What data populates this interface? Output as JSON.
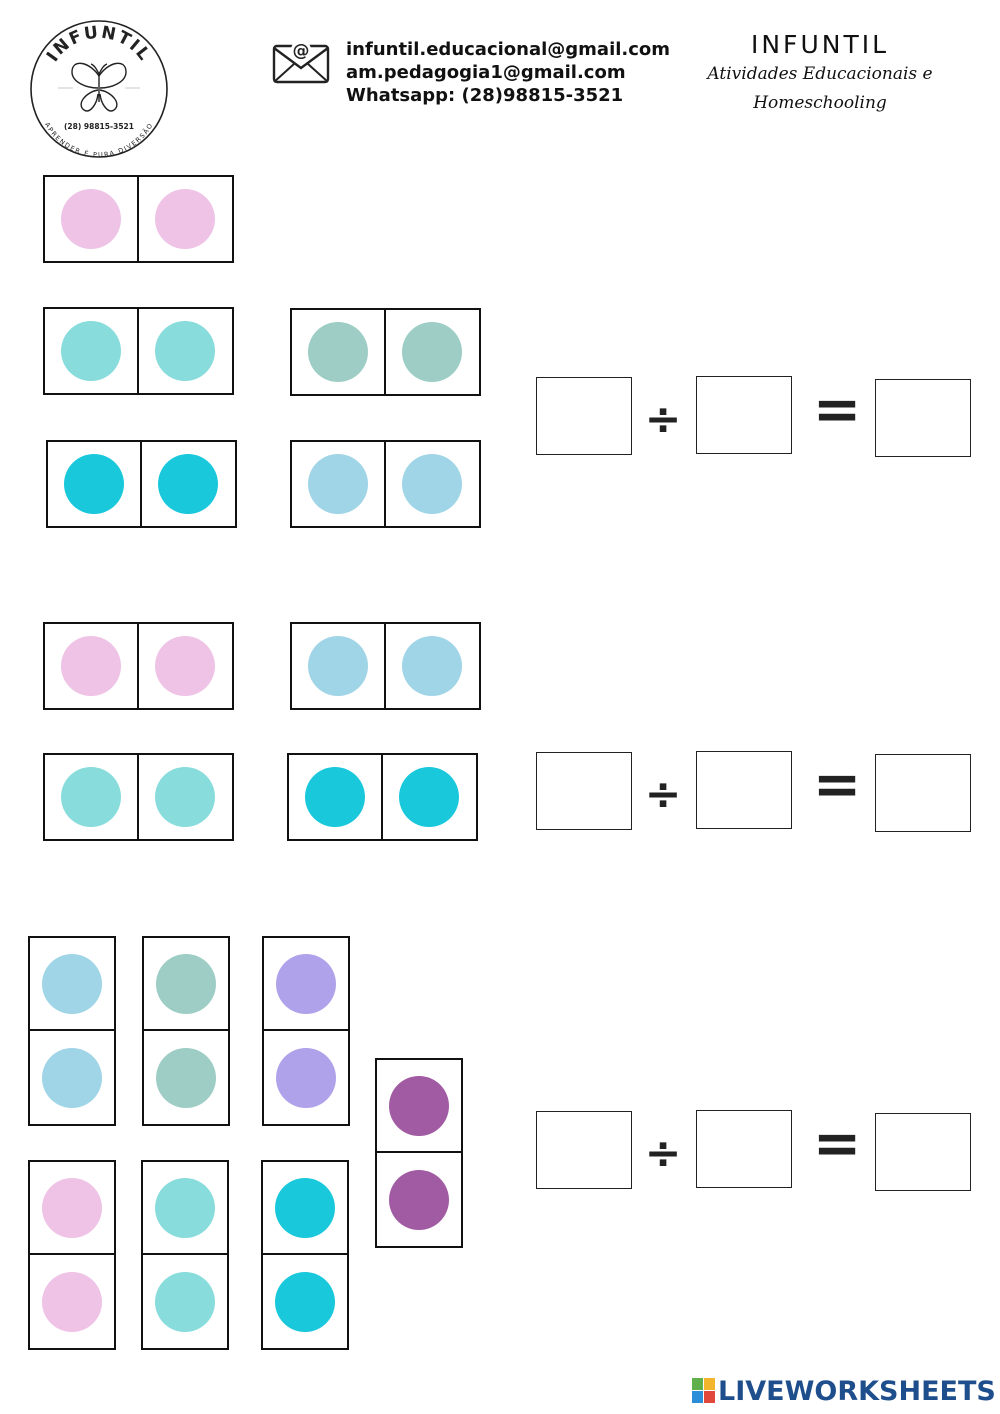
{
  "header": {
    "logo_title": "INFUNTIL",
    "logo_motto": "APRENDER É PURA DIVERSÃO",
    "logo_phone": "(28) 98815-3521",
    "contact_lines": [
      "infuntil.educacional@gmail.com",
      "am.pedagogia1@gmail.com",
      "Whatsapp: (28)98815-3521"
    ],
    "brand_name": "INFUNTIL",
    "brand_sub_1": "Atividades Educacionais e",
    "brand_sub_2": "Homeschooling"
  },
  "colors": {
    "pink": "#efc3e6",
    "teal": "#88dcdc",
    "sage": "#9dcdc4",
    "cyan": "#1ac8dc",
    "lightblue": "#a0d5e7",
    "lavender": "#b0a2ea",
    "purple": "#a15ba3"
  },
  "exercises": [
    {
      "dominoes": [
        "pink",
        "teal",
        "sage",
        "cyan",
        "lightblue"
      ],
      "equation": {
        "divide_symbol": "÷",
        "equals_symbol": "=",
        "answers": [
          "",
          "",
          ""
        ]
      }
    },
    {
      "dominoes": [
        "pink",
        "lightblue",
        "teal",
        "cyan"
      ],
      "equation": {
        "divide_symbol": "÷",
        "equals_symbol": "=",
        "answers": [
          "",
          "",
          ""
        ]
      }
    },
    {
      "dominoes": [
        "lightblue",
        "sage",
        "lavender",
        "purple",
        "pink",
        "teal",
        "cyan"
      ],
      "equation": {
        "divide_symbol": "÷",
        "equals_symbol": "=",
        "answers": [
          "",
          "",
          ""
        ]
      }
    }
  ],
  "footer": {
    "brand": "LIVEWORKSHEETS"
  }
}
